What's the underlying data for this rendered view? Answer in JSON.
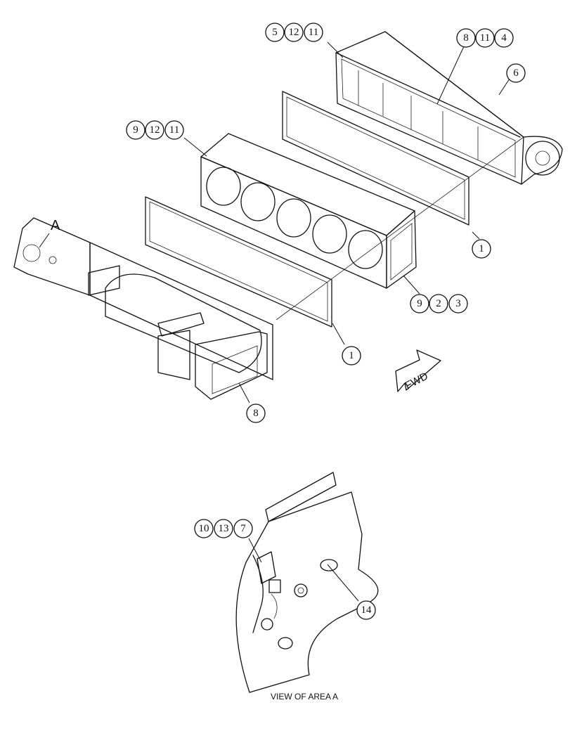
{
  "callouts": {
    "top_right_group": [
      "5",
      "12",
      "11"
    ],
    "top_right_group_b": [
      "8",
      "11",
      "4"
    ],
    "duct_end": "6",
    "middle_group": [
      "9",
      "12",
      "11"
    ],
    "gasket_upper": "1",
    "lower_group": [
      "9",
      "2",
      "3"
    ],
    "gasket_lower": "1",
    "front_section": "8",
    "detail_group": [
      "10",
      "13",
      "7"
    ],
    "detail_item": "14"
  },
  "labels": {
    "area_marker": "A",
    "direction": "FWD",
    "detail_caption": "VIEW OF AREA A"
  }
}
